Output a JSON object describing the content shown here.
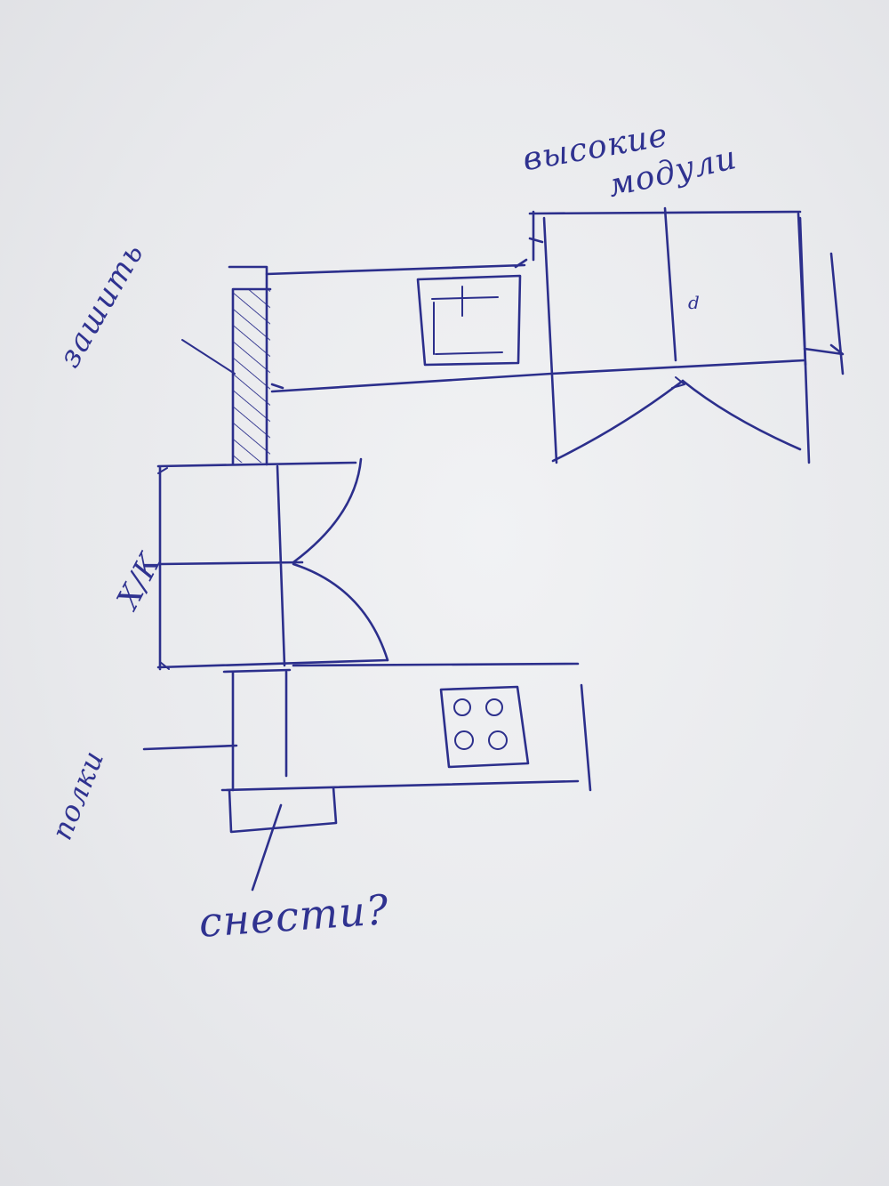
{
  "labels": {
    "tall_modules_line1": "высокие",
    "tall_modules_line2": "модули",
    "sew_up": "зашить",
    "fridge": "Х/К",
    "shelves": "полки",
    "demolish": "снести?",
    "module_mark": "d"
  },
  "colors": {
    "ink": "#2c2f8c",
    "paper": "#eceef0"
  }
}
